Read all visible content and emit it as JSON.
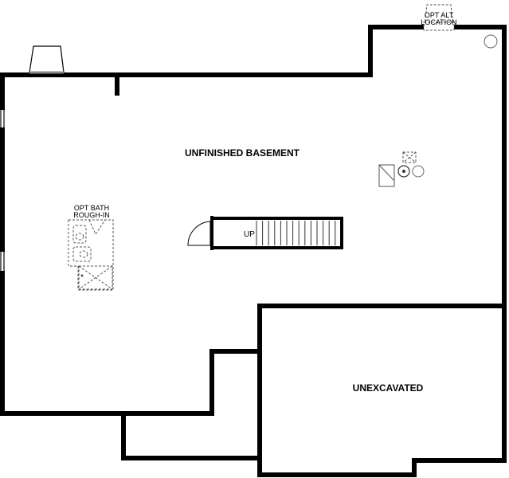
{
  "rooms": {
    "main": "UNFINISHED BASEMENT",
    "unexcavated": "UNEXCAVATED"
  },
  "notes": {
    "bath_line1": "OPT BATH",
    "bath_line2": "ROUGH-IN",
    "alt_line1": "OPT ALT",
    "alt_line2": "LOCATION",
    "stair": "UP"
  },
  "icons": [
    "window-well-icon",
    "sump-pit-icon",
    "water-heater-icon",
    "furnace-icon",
    "toilet-icon",
    "sink-icon",
    "shower-icon",
    "door-swing-icon"
  ],
  "colors": {
    "wall": "#000000",
    "dashed": "#555555",
    "background": "#ffffff"
  }
}
